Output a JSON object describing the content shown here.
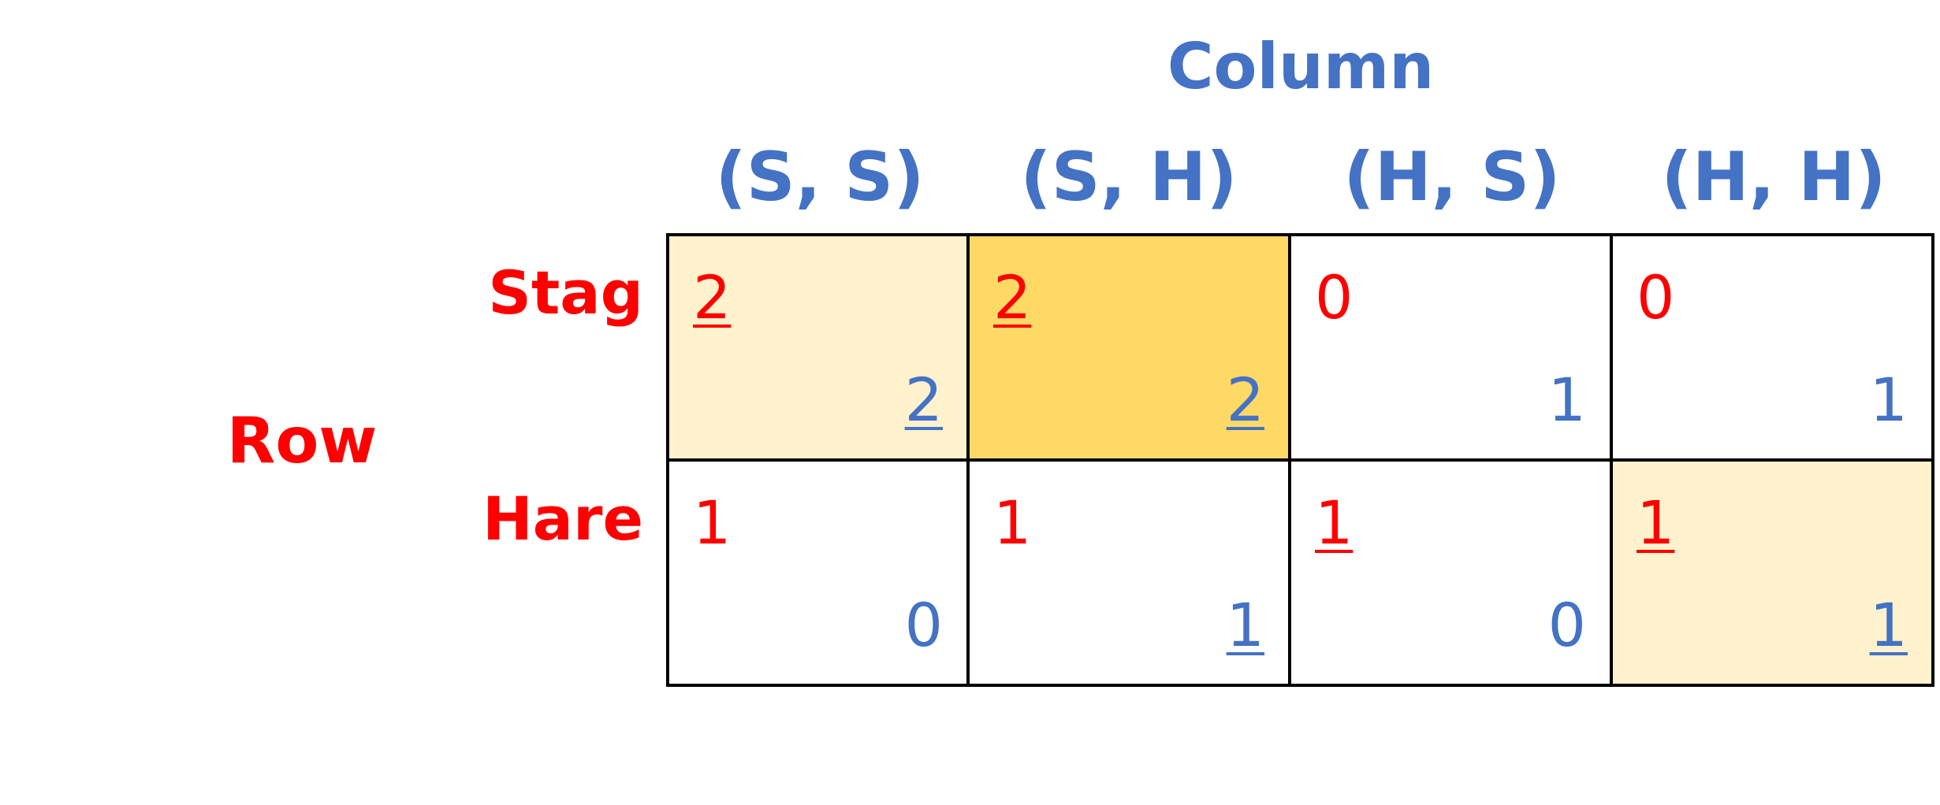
{
  "column_player": "Column",
  "row_player": "Row",
  "column_strategies": [
    "(S, S)",
    "(S, H)",
    "(H, S)",
    "(H, H)"
  ],
  "row_strategies": [
    "Stag",
    "Hare"
  ],
  "colors": {
    "row_player": "#ff0000",
    "column_player": "#4472c4",
    "cell_light": "#fff2cc",
    "cell_dark": "#ffd966",
    "cell_plain": "#ffffff"
  },
  "cells": [
    [
      {
        "row_payoff": "2",
        "col_payoff": "2",
        "row_best": true,
        "col_best": true,
        "shade": "light"
      },
      {
        "row_payoff": "2",
        "col_payoff": "2",
        "row_best": true,
        "col_best": true,
        "shade": "dark"
      },
      {
        "row_payoff": "0",
        "col_payoff": "1",
        "row_best": false,
        "col_best": false,
        "shade": "plain"
      },
      {
        "row_payoff": "0",
        "col_payoff": "1",
        "row_best": false,
        "col_best": false,
        "shade": "plain"
      }
    ],
    [
      {
        "row_payoff": "1",
        "col_payoff": "0",
        "row_best": false,
        "col_best": false,
        "shade": "plain"
      },
      {
        "row_payoff": "1",
        "col_payoff": "1",
        "row_best": false,
        "col_best": true,
        "shade": "plain"
      },
      {
        "row_payoff": "1",
        "col_payoff": "0",
        "row_best": true,
        "col_best": false,
        "shade": "plain"
      },
      {
        "row_payoff": "1",
        "col_payoff": "1",
        "row_best": true,
        "col_best": true,
        "shade": "light"
      }
    ]
  ]
}
